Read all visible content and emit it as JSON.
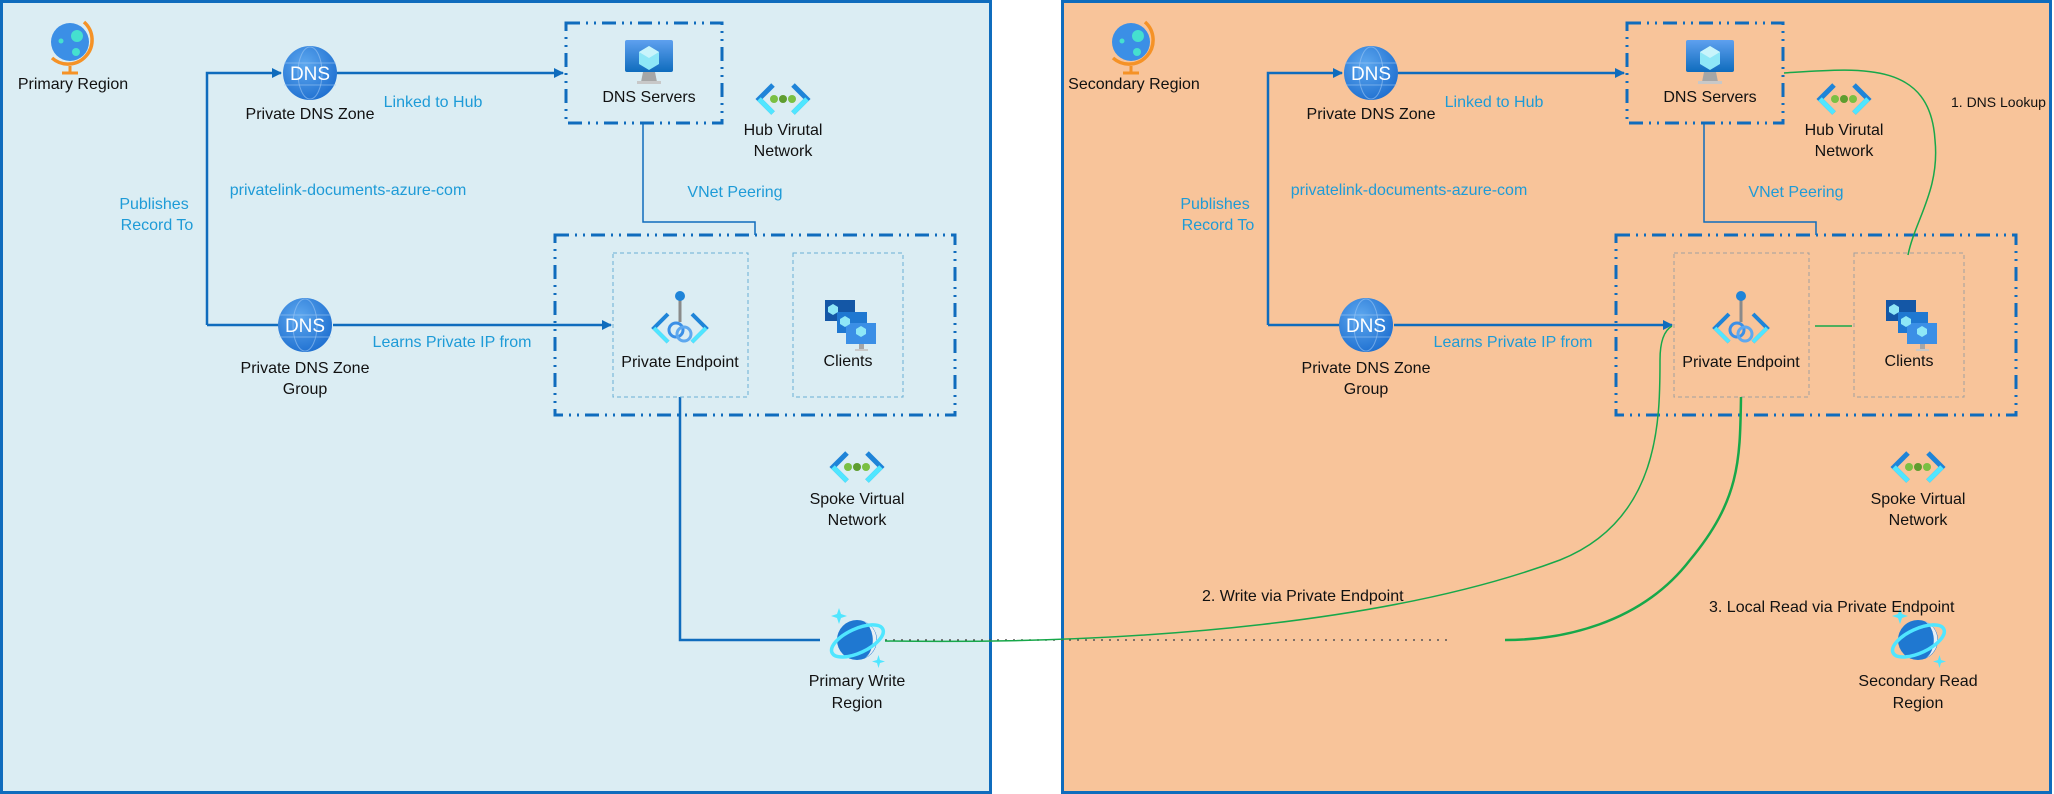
{
  "colors": {
    "primary_bg": "#dbedf3",
    "secondary_bg": "#f8c49a",
    "border": "#0f6cbd",
    "link_text": "#1e9bd7",
    "flow_line": "#17a84a"
  },
  "primary": {
    "region_label": "Primary Region",
    "dns_zone_label": "Private DNS Zone",
    "dns_zone_group_label_1": "Private DNS Zone",
    "dns_zone_group_label_2": "Group",
    "dns_servers_label": "DNS Servers",
    "hub_vnet_label_1": "Hub Virutal",
    "hub_vnet_label_2": "Network",
    "spoke_vnet_label_1": "Spoke Virtual",
    "spoke_vnet_label_2": "Network",
    "private_endpoint_label": "Private Endpoint",
    "clients_label": "Clients",
    "cosmos_label_1": "Primary Write",
    "cosmos_label_2": "Region",
    "linked_to_hub": "Linked to Hub",
    "zone_name": "privatelink-documents-azure-com",
    "publishes_1": "Publishes",
    "publishes_2": "Record To",
    "learns_ip": "Learns Private IP from",
    "vnet_peering": "VNet Peering",
    "dns_icon_text": "DNS"
  },
  "secondary": {
    "region_label": "Secondary Region",
    "dns_zone_label": "Private DNS Zone",
    "dns_zone_group_label_1": "Private DNS Zone",
    "dns_zone_group_label_2": "Group",
    "dns_servers_label": "DNS Servers",
    "hub_vnet_label_1": "Hub Virutal",
    "hub_vnet_label_2": "Network",
    "spoke_vnet_label_1": "Spoke Virtual",
    "spoke_vnet_label_2": "Network",
    "private_endpoint_label": "Private Endpoint",
    "clients_label": "Clients",
    "cosmos_label_1": "Secondary Read",
    "cosmos_label_2": "Region",
    "linked_to_hub": "Linked to Hub",
    "zone_name": "privatelink-documents-azure-com",
    "publishes_1": "Publishes",
    "publishes_2": "Record To",
    "learns_ip": "Learns Private IP from",
    "vnet_peering": "VNet Peering",
    "dns_icon_text": "DNS"
  },
  "flows": {
    "step1": "1. DNS Lookup",
    "step2": "2. Write via Private Endpoint",
    "step3": "3. Local Read via Private Endpoint"
  }
}
